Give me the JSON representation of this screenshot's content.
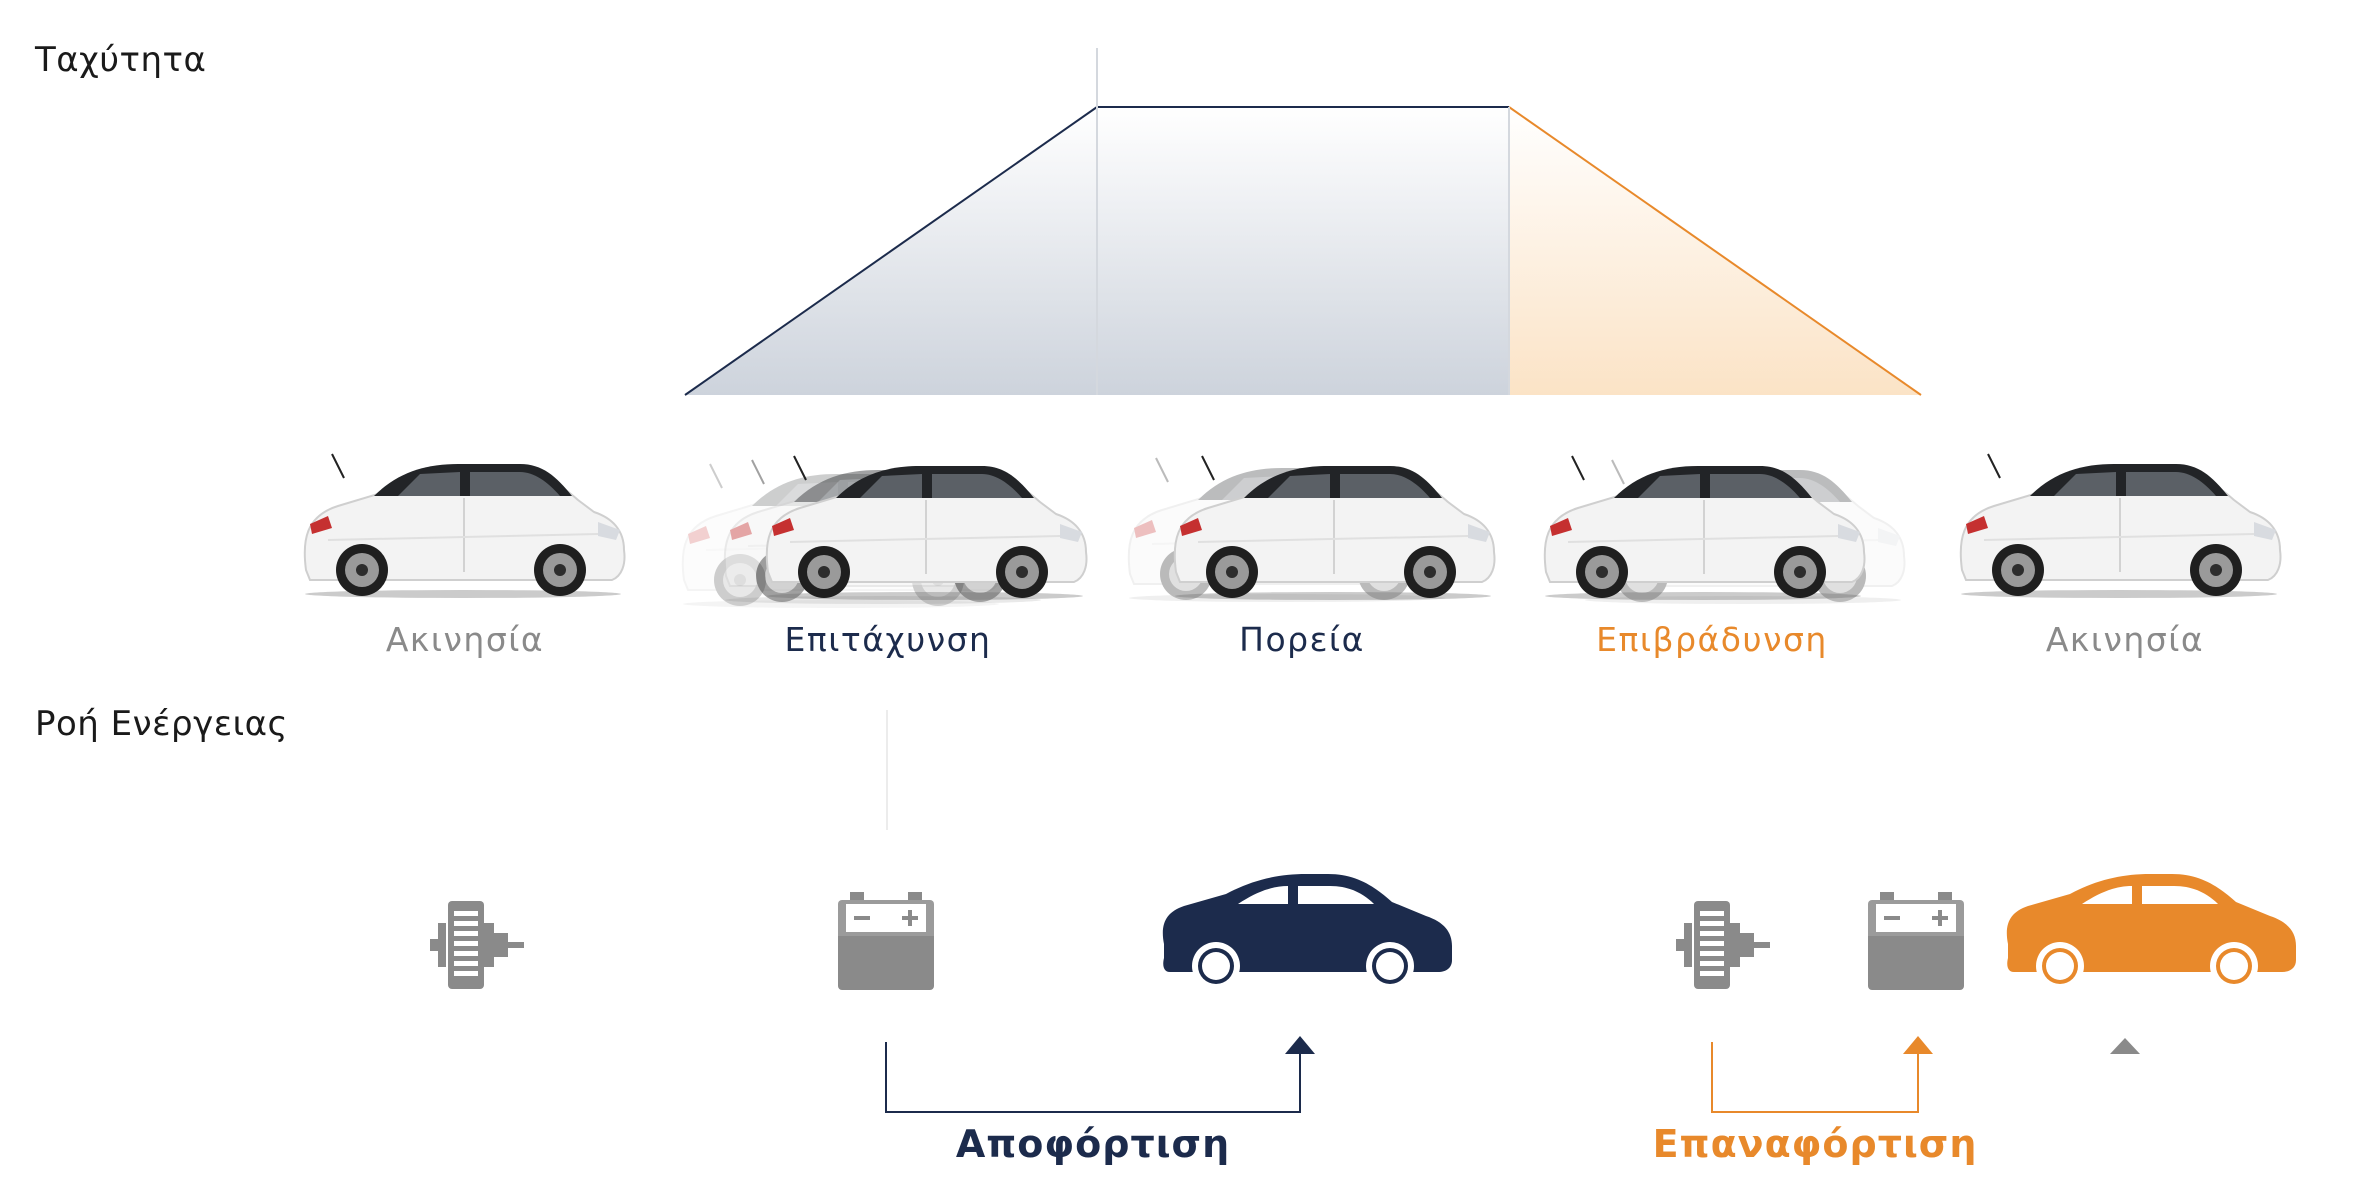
{
  "titles": {
    "speed": "Ταχύτητα",
    "energy_flow": "Ροή Ενέργειας"
  },
  "phases": [
    {
      "label": "Ακινησία",
      "color": "#8a8a8a"
    },
    {
      "label": "Επιτάχυνση",
      "color": "#1c2b4c"
    },
    {
      "label": "Πορεία",
      "color": "#1c2b4c"
    },
    {
      "label": "Επιβράδυνση",
      "color": "#e8892b"
    },
    {
      "label": "Ακινησία",
      "color": "#8a8a8a"
    }
  ],
  "speed_profile": [
    0,
    1,
    1,
    0
  ],
  "flows": {
    "discharge": {
      "label": "Αποφόρτιση",
      "color": "#1c2b4c"
    },
    "recharge": {
      "label": "Επαναφόρτιση",
      "color": "#e8892b"
    }
  },
  "icons": {
    "generator": "generator-icon",
    "battery": "battery-icon",
    "car": "car-silhouette-icon"
  },
  "colors": {
    "navy": "#1c2b4c",
    "orange": "#e8892b",
    "gray": "#8a8a8a"
  }
}
